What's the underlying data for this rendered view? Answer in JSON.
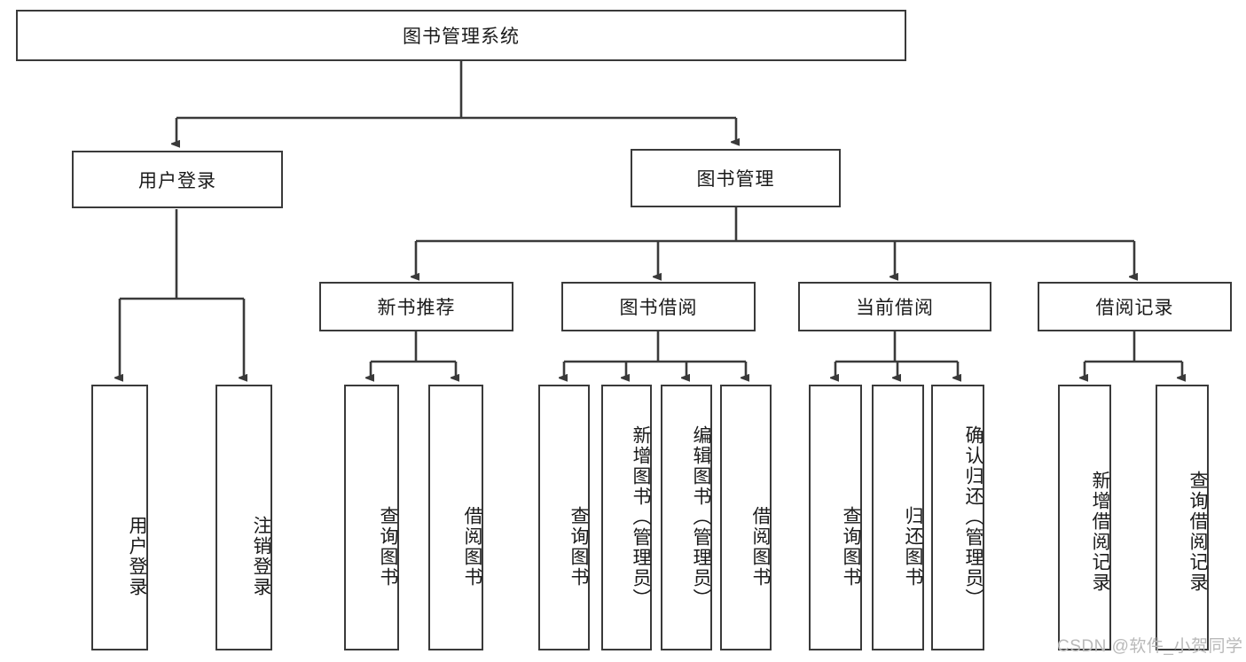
{
  "diagram": {
    "title_node": {
      "label": "图书管理系统"
    },
    "level1": [
      {
        "id": "user-login",
        "label": "用户登录"
      },
      {
        "id": "book-management",
        "label": "图书管理"
      }
    ],
    "level2": [
      {
        "id": "new-book-recommend",
        "label": "新书推荐"
      },
      {
        "id": "book-borrow",
        "label": "图书借阅"
      },
      {
        "id": "current-borrow",
        "label": "当前借阅"
      },
      {
        "id": "borrow-record",
        "label": "借阅记录"
      }
    ],
    "leaves": {
      "user_login": [
        {
          "id": "leaf-user-login",
          "label": "用户登录"
        },
        {
          "id": "leaf-logout-login",
          "label": "注销登录"
        }
      ],
      "new_book_recommend": [
        {
          "id": "leaf-query-book-1",
          "label": "查询图书"
        },
        {
          "id": "leaf-borrow-book-1",
          "label": "借阅图书"
        }
      ],
      "book_borrow": [
        {
          "id": "leaf-query-book-2",
          "label": "查询图书"
        },
        {
          "id": "leaf-add-book",
          "label": "新增图书（管理员）"
        },
        {
          "id": "leaf-edit-book",
          "label": "编辑图书（管理员）"
        },
        {
          "id": "leaf-borrow-book-2",
          "label": "借阅图书"
        }
      ],
      "current_borrow": [
        {
          "id": "leaf-query-book-3",
          "label": "查询图书"
        },
        {
          "id": "leaf-return-book",
          "label": "归还图书"
        },
        {
          "id": "leaf-confirm-return",
          "label": "确认归还（管理员）"
        }
      ],
      "borrow_record": [
        {
          "id": "leaf-add-record",
          "label": "新增借阅记录"
        },
        {
          "id": "leaf-query-record",
          "label": "查询借阅记录"
        }
      ]
    }
  },
  "watermark": {
    "text": "CSDN @软件_小贺同学"
  },
  "colors": {
    "stroke": "#3a3a3a",
    "background": "#ffffff",
    "text": "#1a1a1a",
    "watermark": "#b9b9b9"
  }
}
